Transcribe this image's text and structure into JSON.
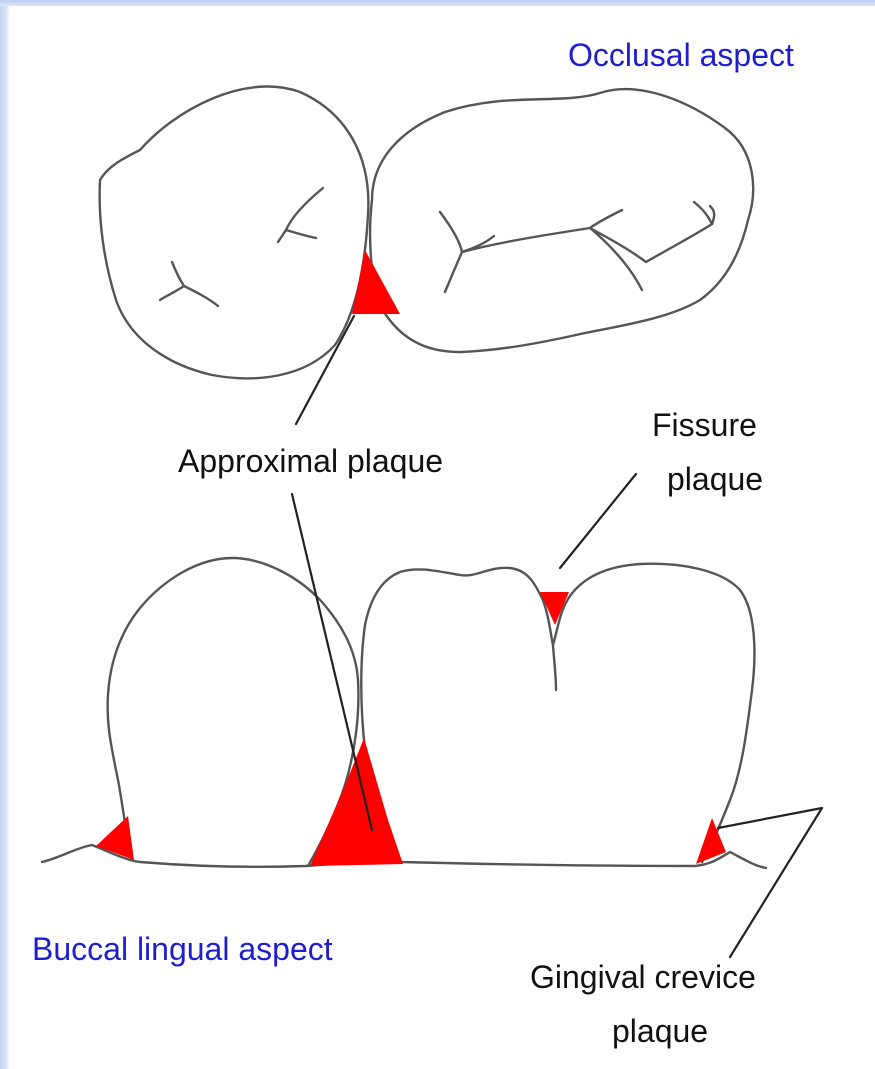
{
  "labels": {
    "occlusal_aspect": "Occlusal aspect",
    "approximal_plaque": "Approximal plaque",
    "fissure_plaque_line1": "Fissure",
    "fissure_plaque_line2": "plaque",
    "buccal_lingual_aspect": "Buccal lingual aspect",
    "gingival_crevice_line1": "Gingival crevice",
    "gingival_crevice_line2": "plaque"
  },
  "colors": {
    "heading_blue": "#1e1ecc",
    "plaque_red": "#ff0000",
    "outline_gray": "#555555",
    "text_black": "#111111"
  }
}
